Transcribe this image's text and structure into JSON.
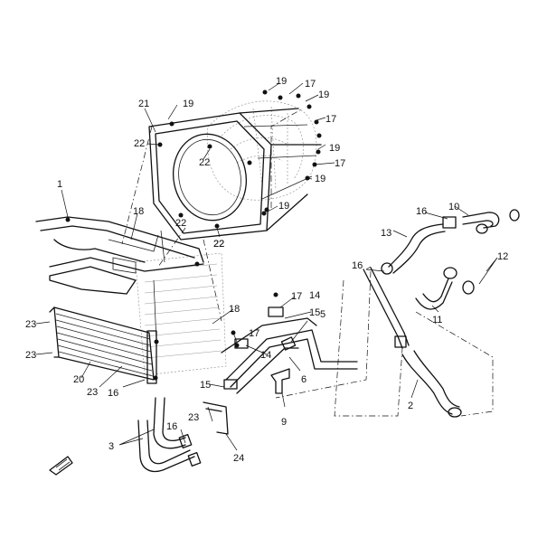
{
  "diagram": {
    "callouts": [
      "1",
      "2",
      "3",
      "5",
      "6",
      "9",
      "10",
      "11",
      "12",
      "13",
      "14",
      "14",
      "15",
      "15",
      "16",
      "16",
      "16",
      "16",
      "17",
      "17",
      "17",
      "17",
      "17",
      "18",
      "18",
      "19",
      "19",
      "19",
      "19",
      "19",
      "19",
      "20",
      "21",
      "22",
      "22",
      "22",
      "22",
      "22",
      "23",
      "23",
      "23",
      "23",
      "24"
    ]
  },
  "colors": {
    "ink": "#111111",
    "ghost": "#888888",
    "background": "#ffffff"
  },
  "icons": {
    "orientation_arrow": "front-arrow-icon"
  }
}
